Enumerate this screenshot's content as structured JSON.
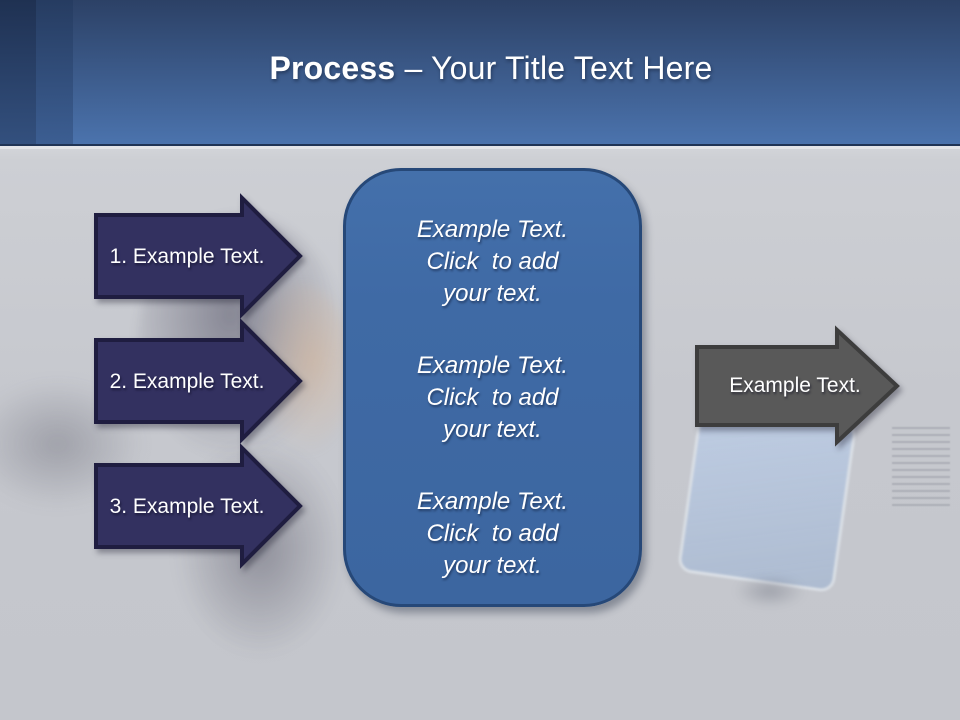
{
  "slide_title": {
    "emphasis": "Process",
    "rest": "– Your Title Text Here"
  },
  "steps": [
    {
      "label": "1. Example Text."
    },
    {
      "label": "2. Example Text."
    },
    {
      "label": "3. Example Text."
    }
  ],
  "center_panel": {
    "paragraphs": [
      {
        "line1": "Example Text.",
        "line2": "Click  to add",
        "line3": "your text."
      },
      {
        "line1": "Example Text.",
        "line2": "Click  to add",
        "line3": "your text."
      },
      {
        "line1": "Example Text.",
        "line2": "Click  to add",
        "line3": "your text."
      }
    ]
  },
  "result_arrow": {
    "label": "Example Text."
  },
  "colors": {
    "header_top": "#2c4166",
    "header_bottom": "#4b73ad",
    "header_band1_top": "#1f3152",
    "header_band1_bottom": "#33507e",
    "header_band2_top": "#263c61",
    "header_band2_bottom": "#3c5e92",
    "title_text": "#ffffff",
    "arrow_navy_fill": "#333160",
    "arrow_navy_border": "#1f1d40",
    "panel_fill": "#3f6aa5",
    "panel_border": "#264878",
    "arrow_gray_fill": "#595959",
    "arrow_gray_border": "#3d3d3d",
    "body_bg": "#c6c8ce"
  }
}
